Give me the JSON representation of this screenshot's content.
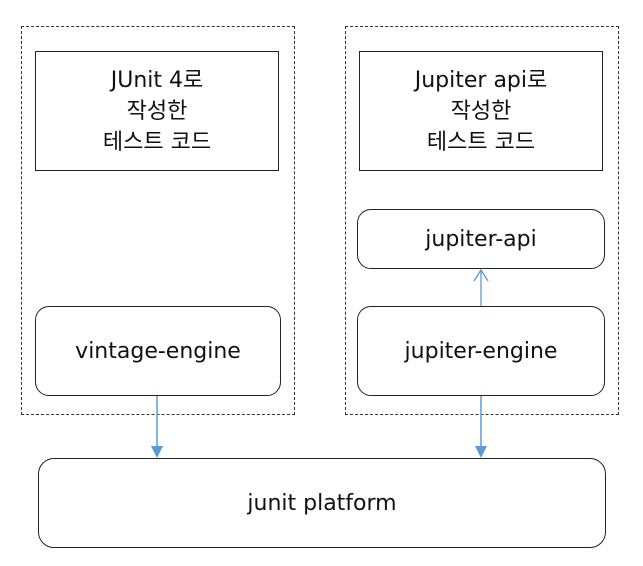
{
  "left_group": {
    "code_box": "JUnit 4로\n작성한\n테스트 코드",
    "engine": "vintage-engine"
  },
  "right_group": {
    "code_box": "Jupiter api로\n작성한\n테스트 코드",
    "api": "jupiter-api",
    "engine": "jupiter-engine"
  },
  "platform": "junit platform",
  "colors": {
    "arrow": "#5b9bd5",
    "border": "#222222"
  }
}
